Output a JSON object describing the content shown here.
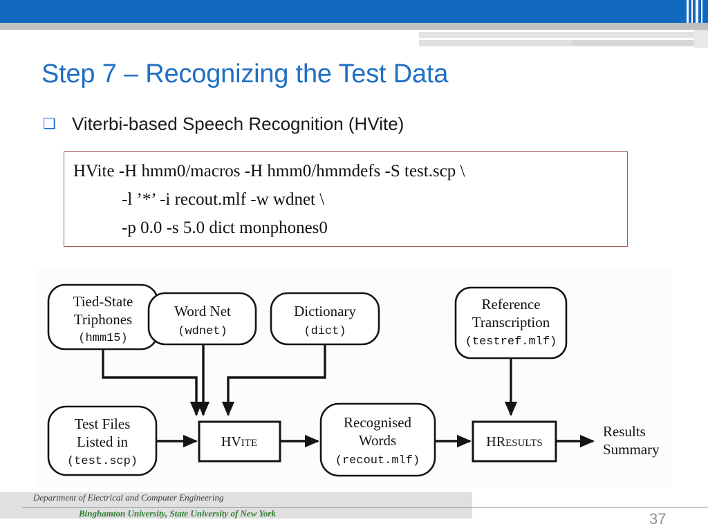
{
  "slide": {
    "title": "Step 7 – Recognizing the Test Data",
    "page_number": "37",
    "accent_color": "#1f6fc4",
    "header_bar_color": "#1068c0",
    "command_box_border_color": "#a85b5b"
  },
  "bullet": {
    "glyph": "❑",
    "glyph_name": "hollow-square-bullet",
    "text": "Viterbi-based Speech Recognition (HVite)"
  },
  "command_box": {
    "lines": [
      "HVite -H hmm0/macros -H hmm0/hmmdefs -S test.scp \\",
      "-l ’*’ -i recout.mlf -w wdnet \\",
      "-p 0.0 -s 5.0 dict monphones0"
    ]
  },
  "diagram": {
    "type": "flowchart",
    "nodes": [
      {
        "id": "tied-state-triphones",
        "shape": "rounded",
        "lines": [
          "Tied-State",
          "Triphones"
        ],
        "file": "(hmm15)"
      },
      {
        "id": "word-net",
        "shape": "rounded",
        "lines": [
          "Word Net"
        ],
        "file": "(wdnet)"
      },
      {
        "id": "dictionary",
        "shape": "rounded",
        "lines": [
          "Dictionary"
        ],
        "file": "(dict)"
      },
      {
        "id": "reference-transcription",
        "shape": "rounded",
        "lines": [
          "Reference",
          "Transcription"
        ],
        "file": "(testref.mlf)"
      },
      {
        "id": "test-files",
        "shape": "rounded",
        "lines": [
          "Test Files",
          "Listed in"
        ],
        "file": "(test.scp)"
      },
      {
        "id": "recognised-words",
        "shape": "rounded",
        "lines": [
          "Recognised",
          "Words"
        ],
        "file": "(recout.mlf)"
      }
    ],
    "processes": [
      {
        "id": "hvite",
        "big": "HV",
        "small": "ITE"
      },
      {
        "id": "hresults",
        "big": "HR",
        "small": "ESULTS"
      }
    ],
    "free_labels": [
      {
        "id": "results-summary",
        "lines": [
          "Results",
          "Summary"
        ]
      }
    ],
    "edges": [
      {
        "from": "tied-state-triphones",
        "to": "hvite"
      },
      {
        "from": "word-net",
        "to": "hvite"
      },
      {
        "from": "dictionary",
        "to": "hvite"
      },
      {
        "from": "test-files",
        "to": "hvite"
      },
      {
        "from": "hvite",
        "to": "recognised-words"
      },
      {
        "from": "recognised-words",
        "to": "hresults"
      },
      {
        "from": "reference-transcription",
        "to": "hresults"
      },
      {
        "from": "hresults",
        "to": "results-summary"
      }
    ]
  },
  "footer": {
    "department": "Department of Electrical and Computer Engineering",
    "university": "Binghamton University, State University of New York",
    "university_color": "#2e7d32"
  }
}
